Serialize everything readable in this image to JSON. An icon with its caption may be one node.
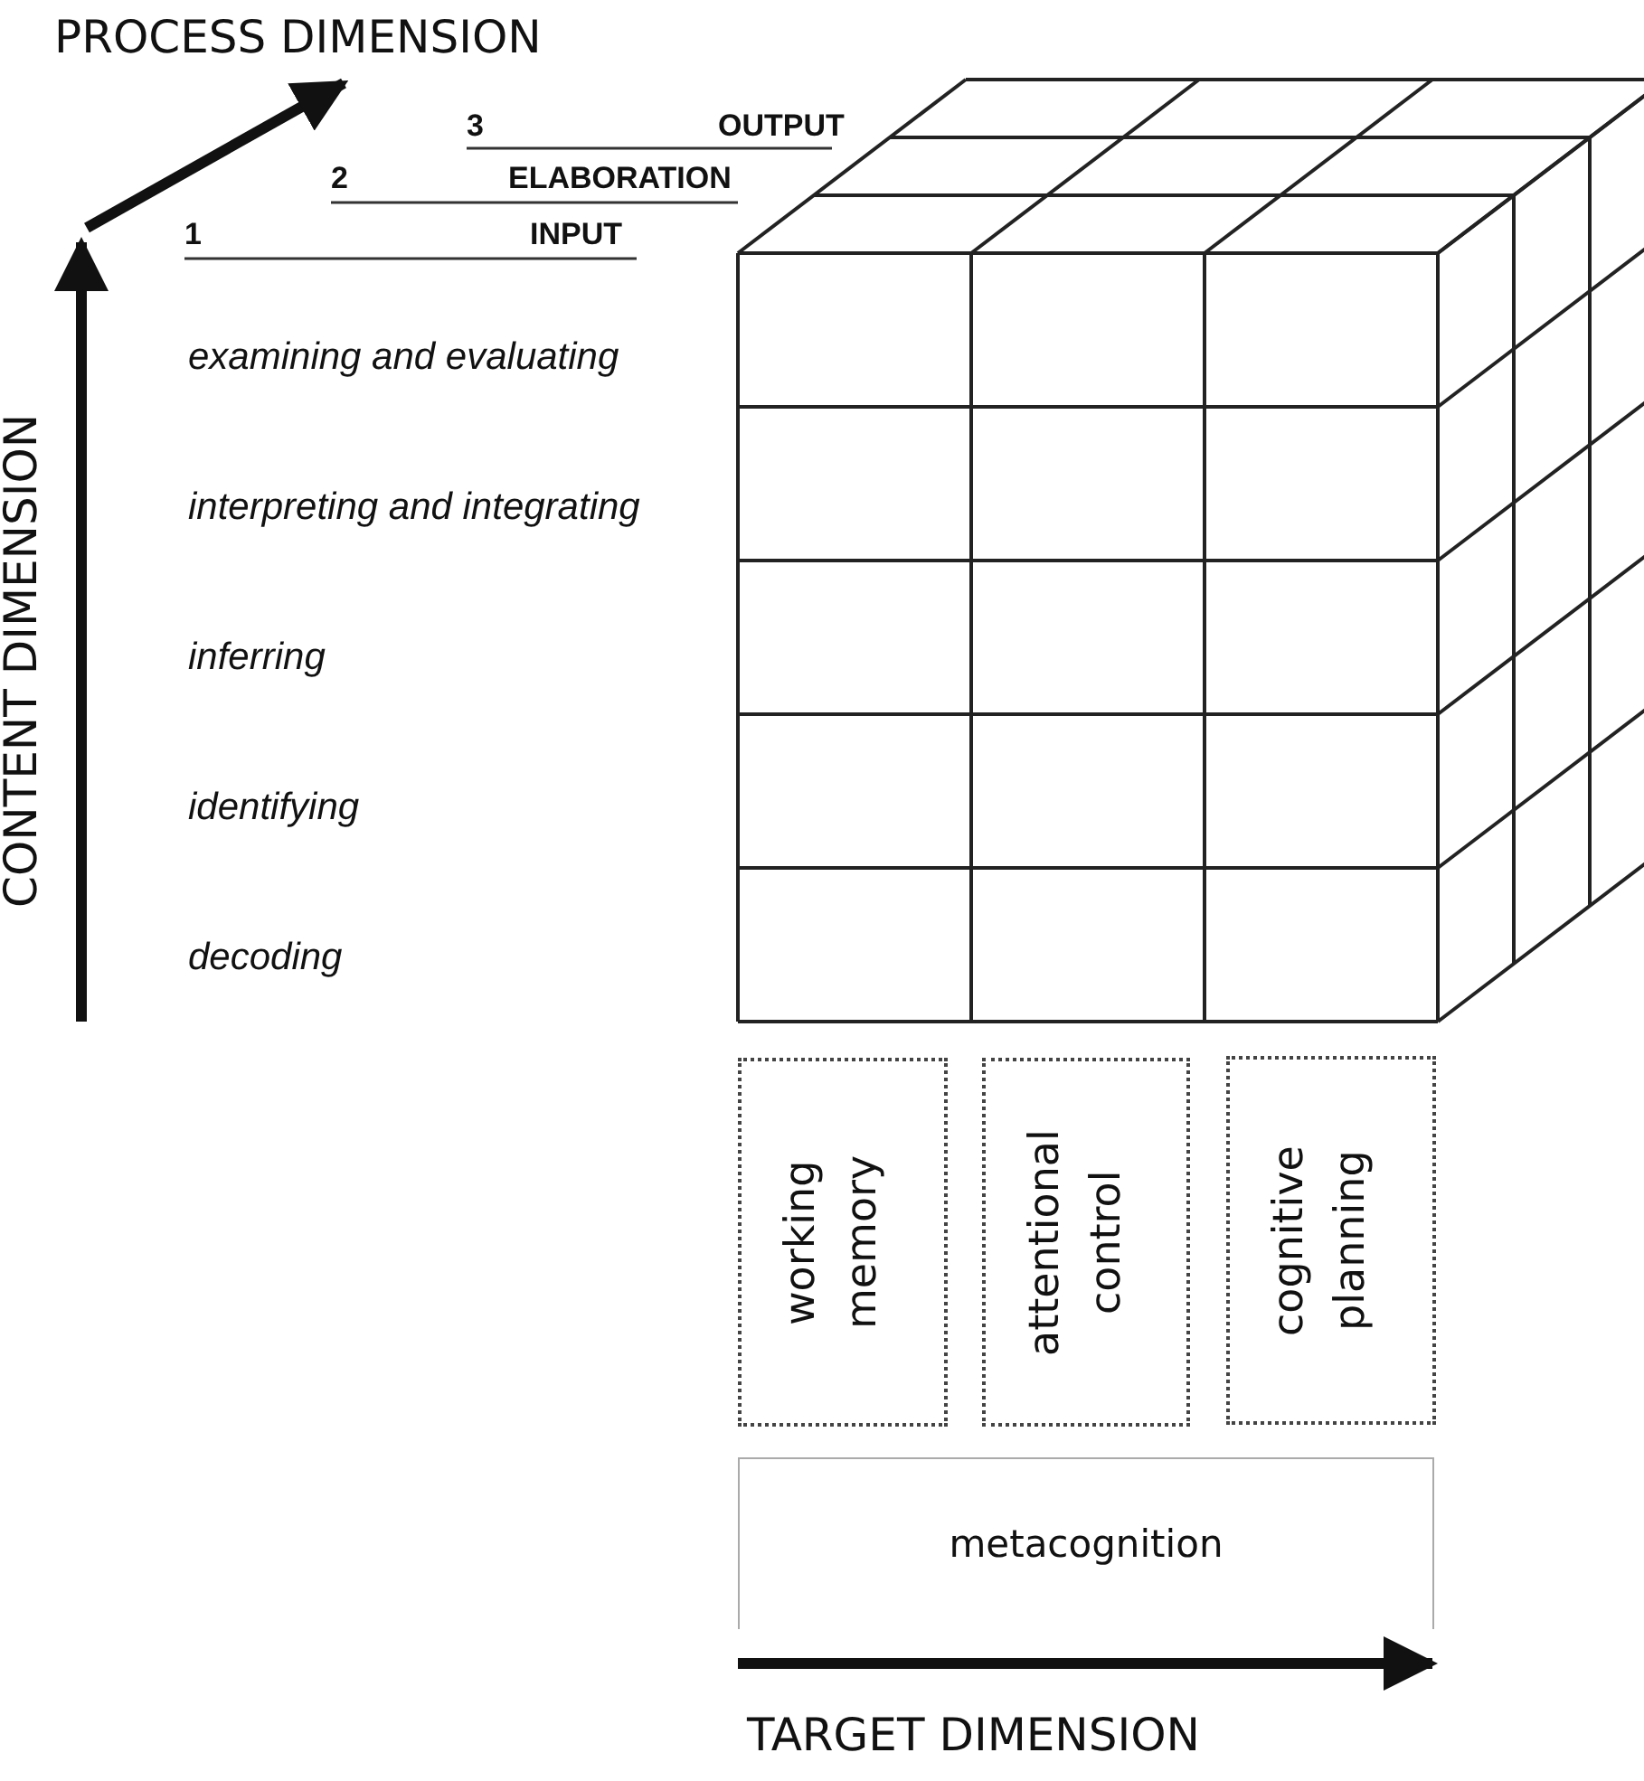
{
  "diagram": {
    "nodes": [
      {
        "text": [
          "working memory"
        ]
      },
      {
        "text": [
          "attentional control"
        ]
      },
      {
        "text": [
          "cognitive planning"
        ]
      },
      {
        "text": [
          "metacognition"
        ]
      }
    ],
    "labels": [
      "PROCESS DIMENSION",
      "3",
      "OUTPUT",
      "2",
      "ELABORATION",
      "1",
      "INPUT",
      "CONTENT DIMENSION",
      "examining and evaluating",
      "interpreting and integrating",
      "inferring",
      "identifying",
      "decoding",
      "TARGET DIMENSION"
    ]
  }
}
